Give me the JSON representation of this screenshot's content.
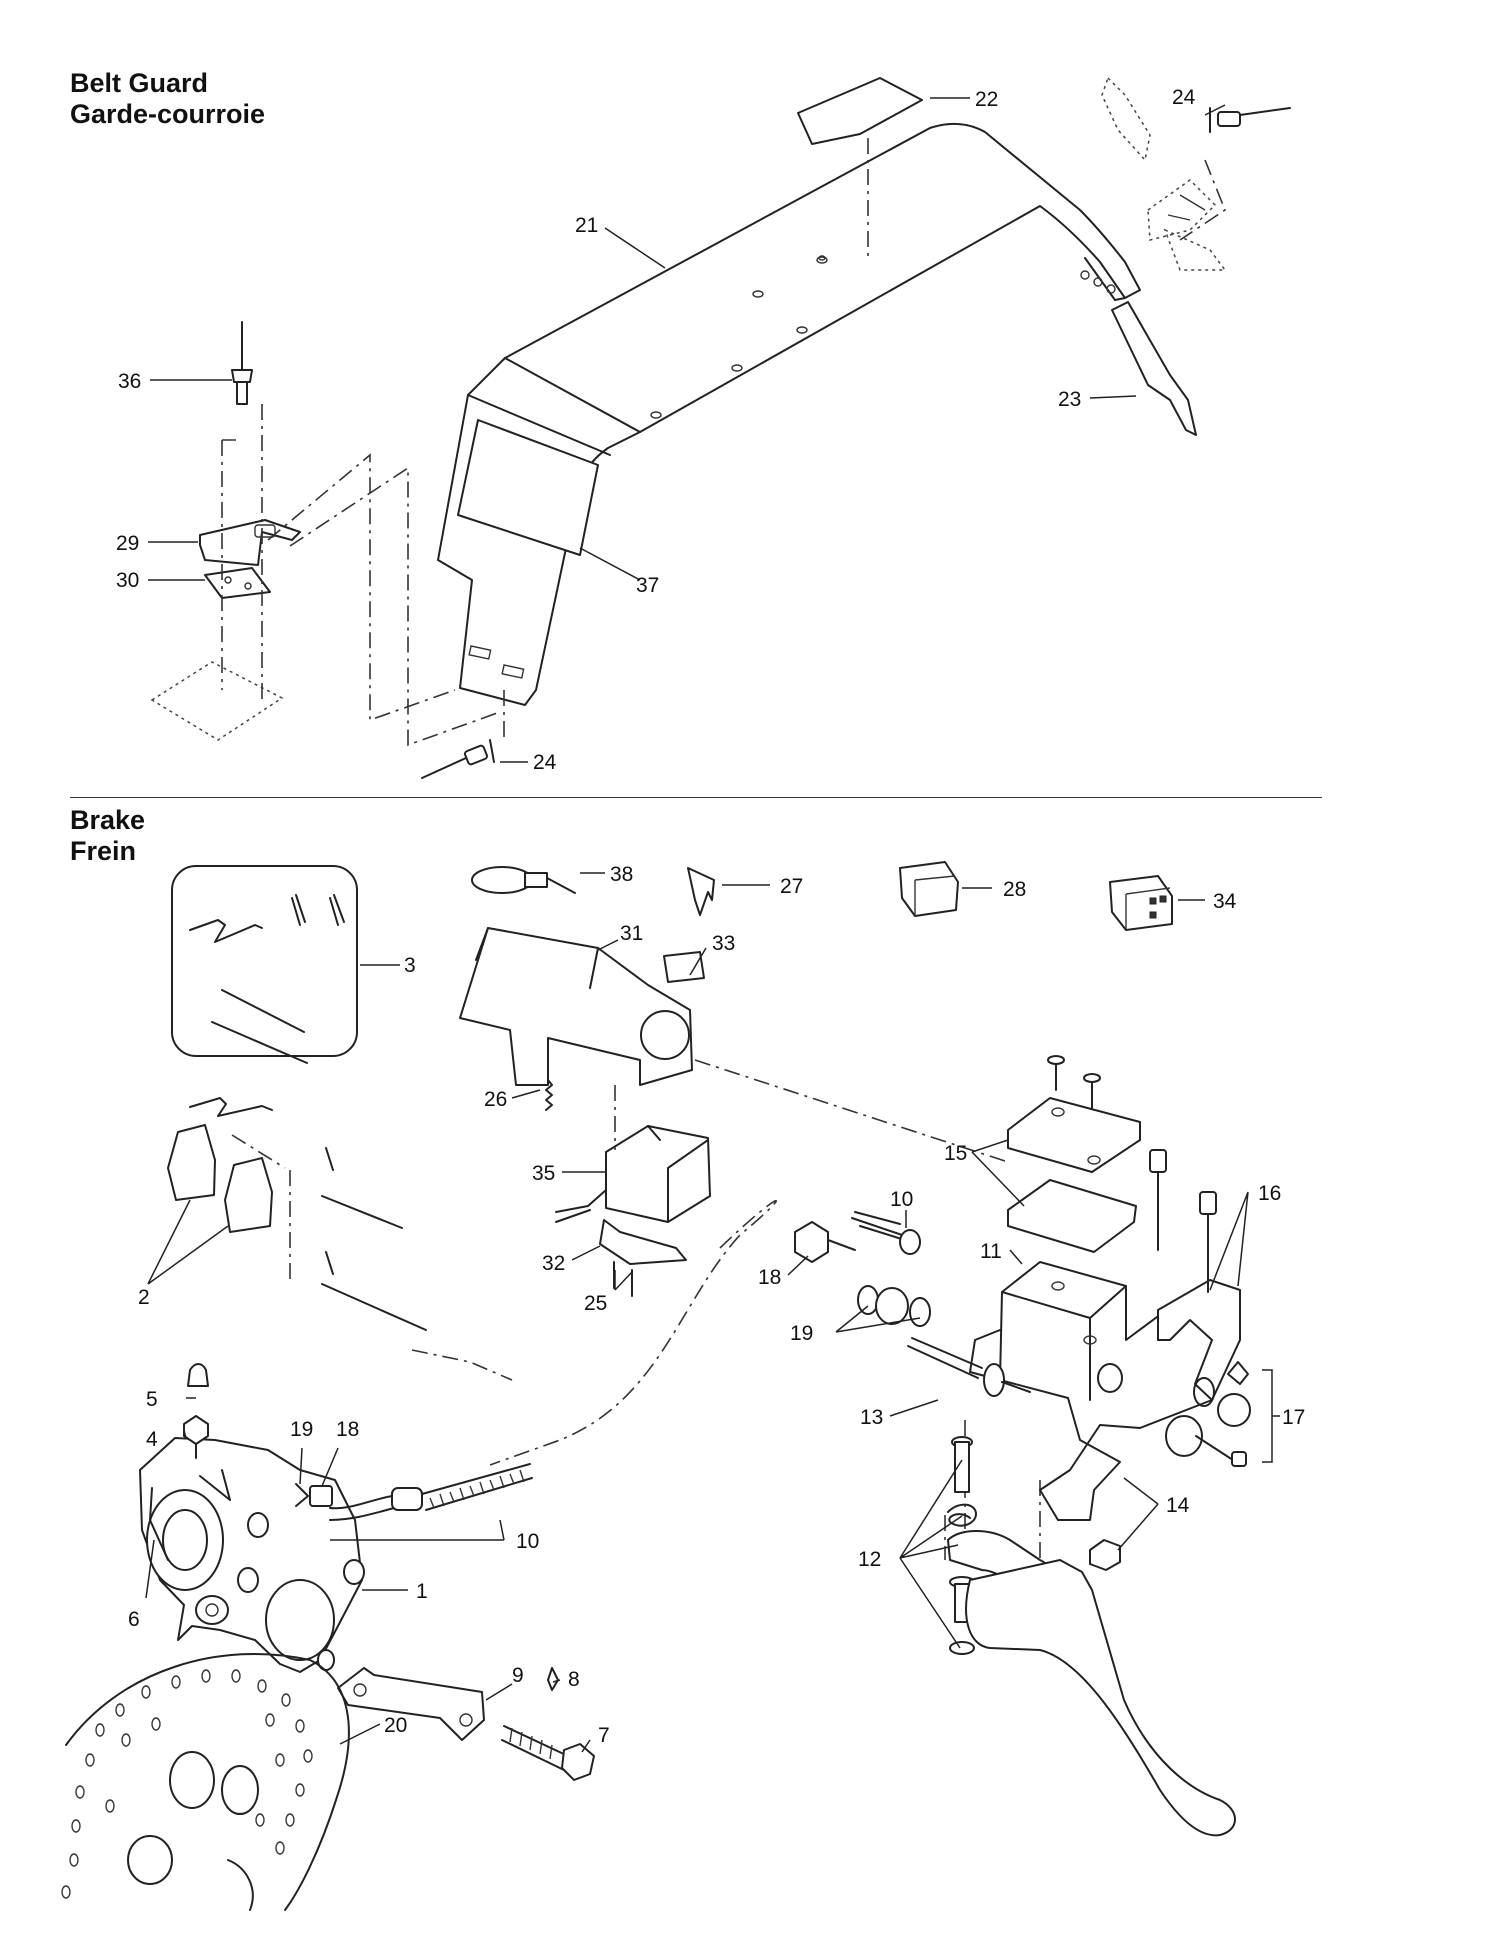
{
  "sections": {
    "belt_guard": {
      "title_en": "Belt Guard",
      "title_fr": "Garde-courroie"
    },
    "brake": {
      "title_en": "Brake",
      "title_fr": "Frein"
    }
  },
  "callouts": {
    "belt_guard": [
      "22",
      "24",
      "21",
      "36",
      "23",
      "29",
      "30",
      "37",
      "24"
    ],
    "brake": [
      "38",
      "27",
      "28",
      "34",
      "31",
      "33",
      "3",
      "26",
      "35",
      "15",
      "16",
      "10",
      "2",
      "32",
      "11",
      "18",
      "25",
      "19",
      "13",
      "17",
      "5",
      "4",
      "19",
      "18",
      "14",
      "10",
      "12",
      "1",
      "6",
      "9",
      "8",
      "7",
      "20"
    ]
  },
  "colors": {
    "ink": "#222222",
    "background": "#ffffff"
  }
}
